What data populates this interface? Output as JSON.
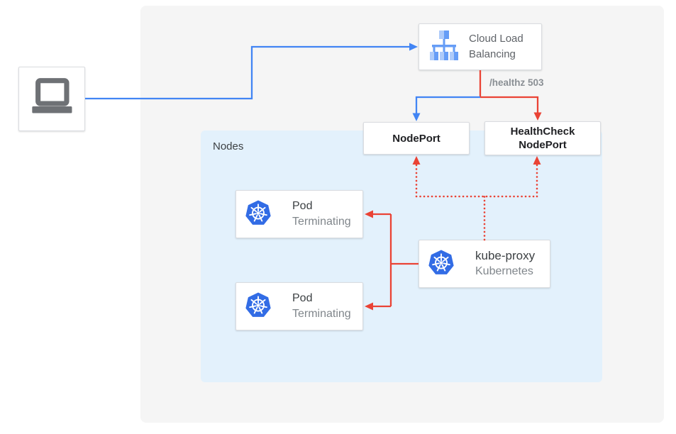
{
  "nodes_panel": {
    "label": "Nodes"
  },
  "boxes": {
    "client": {
      "icon": "laptop-icon"
    },
    "cloud_load_balancing": {
      "label": "Cloud Load Balancing",
      "icon": "cloud-load-balancing-icon"
    },
    "nodeport": {
      "label": "NodePort"
    },
    "healthcheck_nodeport": {
      "line1": "HealthCheck",
      "line2": "NodePort"
    },
    "kube_proxy": {
      "title": "kube-proxy",
      "subtitle": "Kubernetes",
      "icon": "kubernetes-icon"
    }
  },
  "pods": [
    {
      "title": "Pod",
      "subtitle": "Terminating",
      "icon": "kubernetes-icon"
    },
    {
      "title": "Pod",
      "subtitle": "Terminating",
      "icon": "kubernetes-icon"
    }
  ],
  "annotations": {
    "healthz": "/healthz 503"
  },
  "colors": {
    "blue_line": "#4285f4",
    "red_line": "#ea4335",
    "kubernetes_blue": "#326ce5",
    "lb_icon_light_blue": "#aecbfa",
    "lb_icon_mid_blue": "#669df6",
    "laptop_gray": "#6e7175",
    "nodes_bg": "#e3f1fc",
    "panel_bg": "#f5f5f5"
  }
}
